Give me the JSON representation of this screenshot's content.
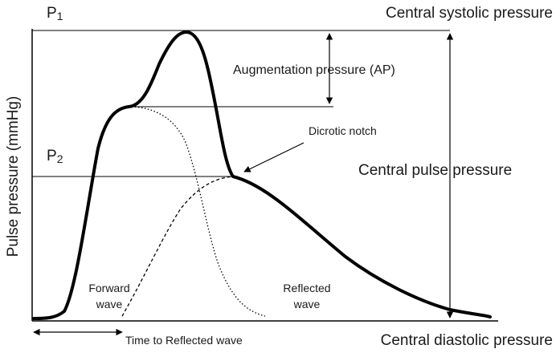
{
  "labels": {
    "p1": "P",
    "p1_sub": "1",
    "p2": "P",
    "p2_sub": "2",
    "central_systolic": "Central systolic pressure",
    "augmentation": "Augmentation pressure (AP)",
    "dicrotic_notch": "Dicrotic notch",
    "central_pulse": "Central pulse pressure",
    "y_axis": "Pulse pressure (mmHg)",
    "forward_wave_1": "Forward",
    "forward_wave_2": "wave",
    "reflected_wave_1": "Reflected",
    "reflected_wave_2": "wave",
    "time_to_reflected": "Time to Reflected wave",
    "central_diastolic": "Central diastolic pressure"
  },
  "colors": {
    "line": "#000000",
    "text": "#1a1a1a",
    "background": "#ffffff"
  }
}
